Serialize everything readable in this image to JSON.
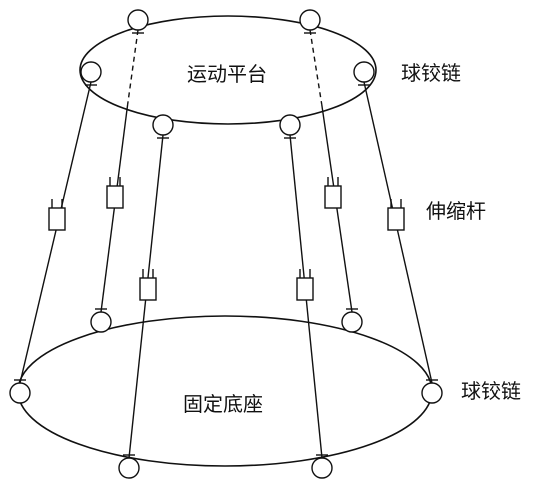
{
  "labels": {
    "moving_platform": "运动平台",
    "ball_joint_top": "球铰链",
    "telescopic_rod": "伸缩杆",
    "fixed_base": "固定底座",
    "ball_joint_bottom": "球铰链"
  },
  "legs": [
    {
      "id": "leg-outer-left",
      "hidden_top": false
    },
    {
      "id": "leg-back-left",
      "hidden_top": true
    },
    {
      "id": "leg-front-left",
      "hidden_top": false
    },
    {
      "id": "leg-front-right",
      "hidden_top": false
    },
    {
      "id": "leg-back-right",
      "hidden_top": true
    },
    {
      "id": "leg-outer-right",
      "hidden_top": false
    }
  ],
  "colors": {
    "stroke": "#111111",
    "background": "#ffffff"
  }
}
